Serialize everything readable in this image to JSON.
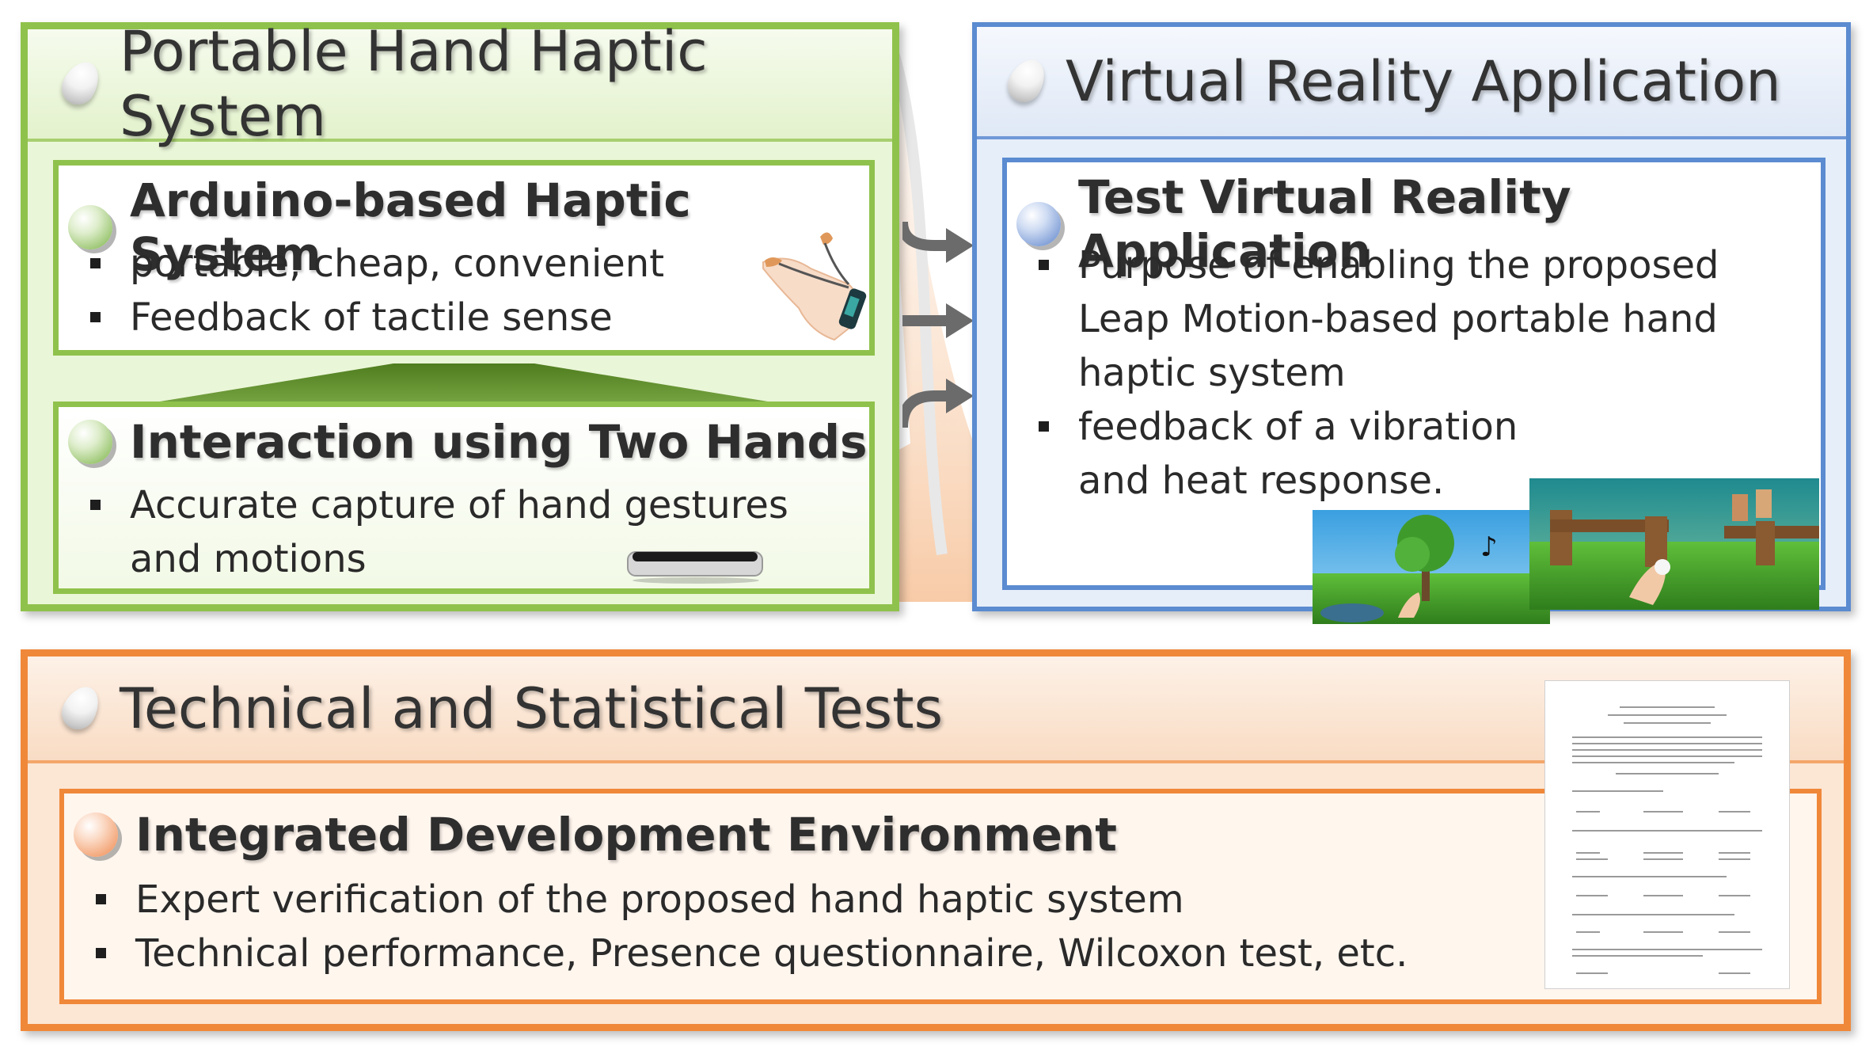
{
  "panels": {
    "portable": {
      "title": "Portable Hand Haptic System",
      "arduino": {
        "title": "Arduino-based Haptic System",
        "bullets": [
          "portable, cheap, convenient",
          "Feedback of tactile sense"
        ]
      },
      "interaction": {
        "title": "Interaction using Two Hands",
        "bullets": [
          "Accurate capture of hand gestures and motions"
        ]
      }
    },
    "vr": {
      "title": "Virtual Reality Application",
      "test": {
        "title": "Test Virtual Reality Application",
        "bullets": [
          "Purpose of enabling the proposed Leap Motion-based portable hand haptic system",
          "feedback of a vibration and heat response."
        ]
      }
    },
    "tests": {
      "title": "Technical and Statistical Tests",
      "ide": {
        "title": "Integrated Development Environment",
        "bullets": [
          "Expert verification of the proposed hand haptic system",
          "Technical performance, Presence questionnaire, Wilcoxon test, etc."
        ]
      }
    }
  },
  "colors": {
    "green_border": "#8fc24c",
    "blue_border": "#5b8bd0",
    "orange_border": "#f0883a"
  },
  "icons": [
    "drop-icon",
    "sphere-icon",
    "arrow-icon",
    "hand-haptic-glove-image",
    "leap-motion-device-image",
    "vr-scene-screenshot",
    "questionnaire-document-image"
  ]
}
